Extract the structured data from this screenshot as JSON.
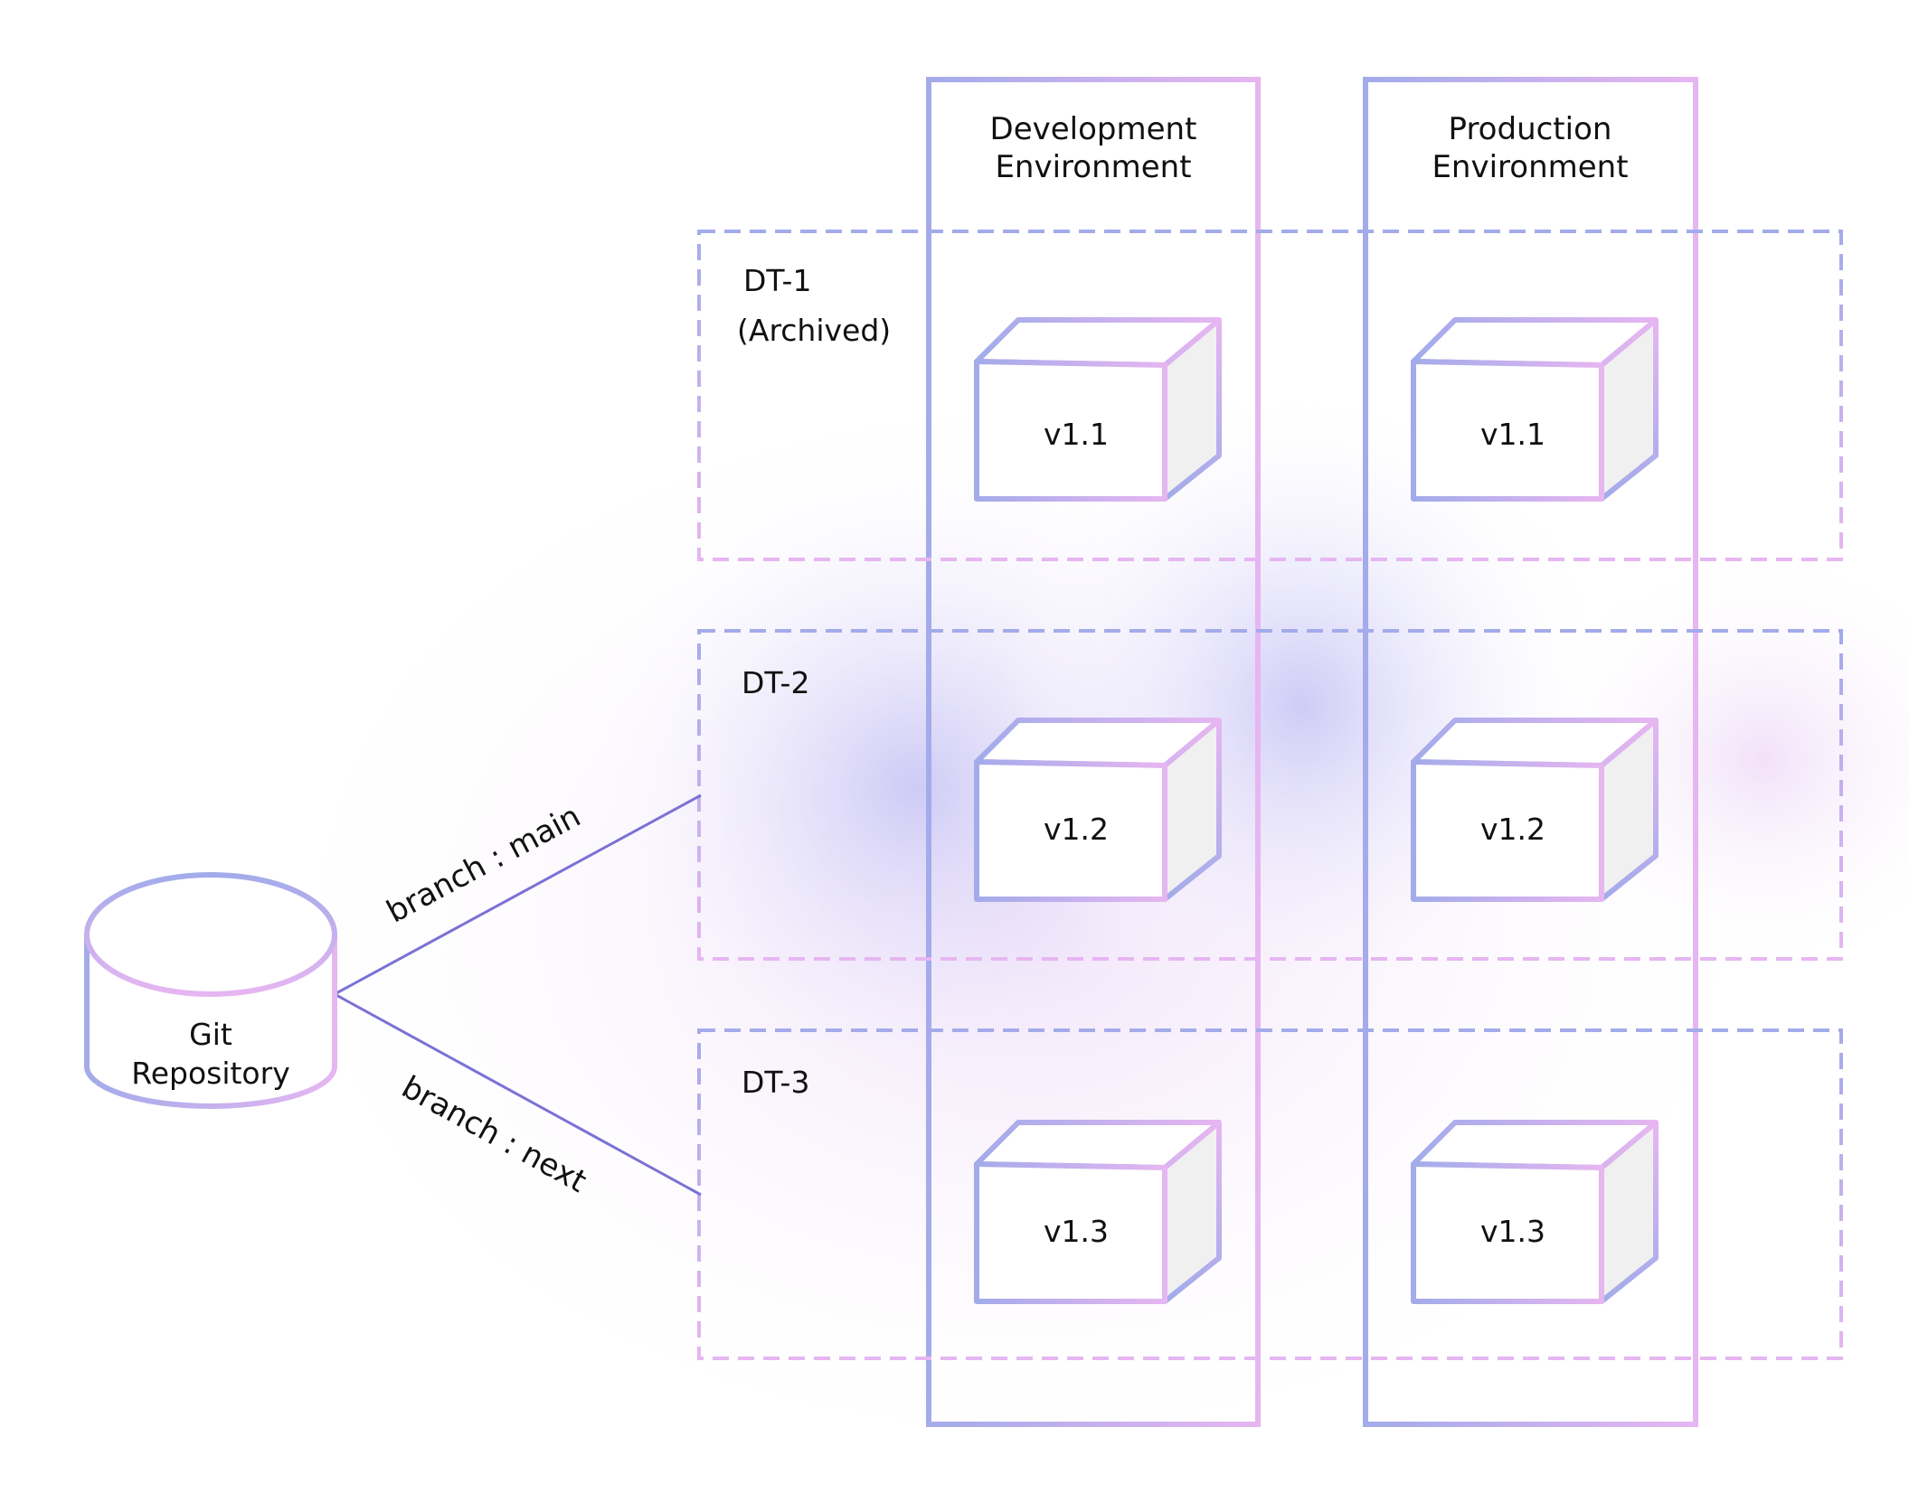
{
  "environments": [
    {
      "line1": "Development",
      "line2": "Environment"
    },
    {
      "line1": "Production",
      "line2": "Environment"
    }
  ],
  "rows": [
    {
      "title": "DT-1",
      "subtitle": "(Archived)",
      "dev_version": "v1.1",
      "prod_version": "v1.1"
    },
    {
      "title": "DT-2",
      "subtitle": "",
      "dev_version": "v1.2",
      "prod_version": "v1.2"
    },
    {
      "title": "DT-3",
      "subtitle": "",
      "dev_version": "v1.3",
      "prod_version": "v1.3"
    }
  ],
  "repository": {
    "line1": "Git",
    "line2": "Repository"
  },
  "branches": [
    {
      "label": "branch : main"
    },
    {
      "label": "branch : next"
    }
  ],
  "colors": {
    "blue": "#a3abea",
    "pink": "#e6b6f1",
    "connector": "#7a72d6",
    "box_side": "#f0f0f0"
  }
}
